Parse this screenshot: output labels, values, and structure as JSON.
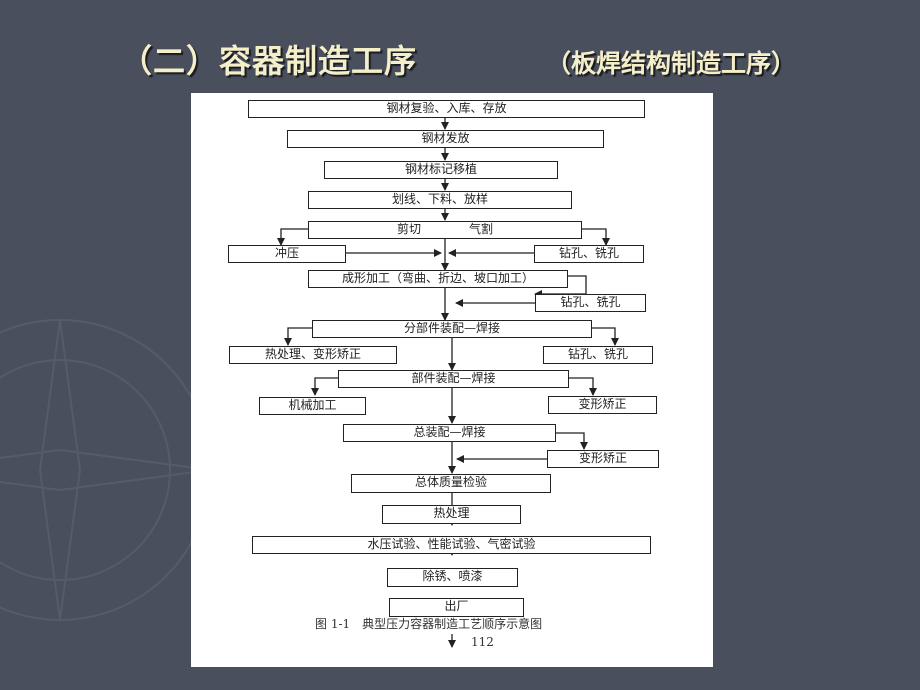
{
  "slide": {
    "title": "（二）容器制造工序",
    "subtitle": "（板焊结构制造工序）"
  },
  "flowchart": {
    "steps": {
      "s1": "钢材复验、入库、存放",
      "s2": "钢材发放",
      "s3": "钢材标记移植",
      "s4": "划线、下料、放样",
      "s5": "剪切　　　　气割",
      "s5_left": "冲压",
      "s5_right": "钻孔、铣孔",
      "s6": "成形加工（弯曲、折边、坡口加工）",
      "s6_right": "钻孔、铣孔",
      "s7": "分部件装配—焊接",
      "s7_left": "热处理、变形矫正",
      "s7_right": "钻孔、铣孔",
      "s8": "部件装配—焊接",
      "s8_left": "机械加工",
      "s8_right": "变形矫正",
      "s9": "总装配—焊接",
      "s9_right": "变形矫正",
      "s10": "总体质量检验",
      "s11": "热处理",
      "s12": "水压试验、性能试验、气密试验",
      "s13": "除锈、喷漆",
      "s14": "出厂"
    },
    "caption": "图 1-1　典型压力容器制造工艺顺序示意图",
    "page_number": "112"
  },
  "colors": {
    "background": "#4a4f5e",
    "title_text": "#f4efc8",
    "panel": "#ffffff",
    "line": "#222222"
  }
}
